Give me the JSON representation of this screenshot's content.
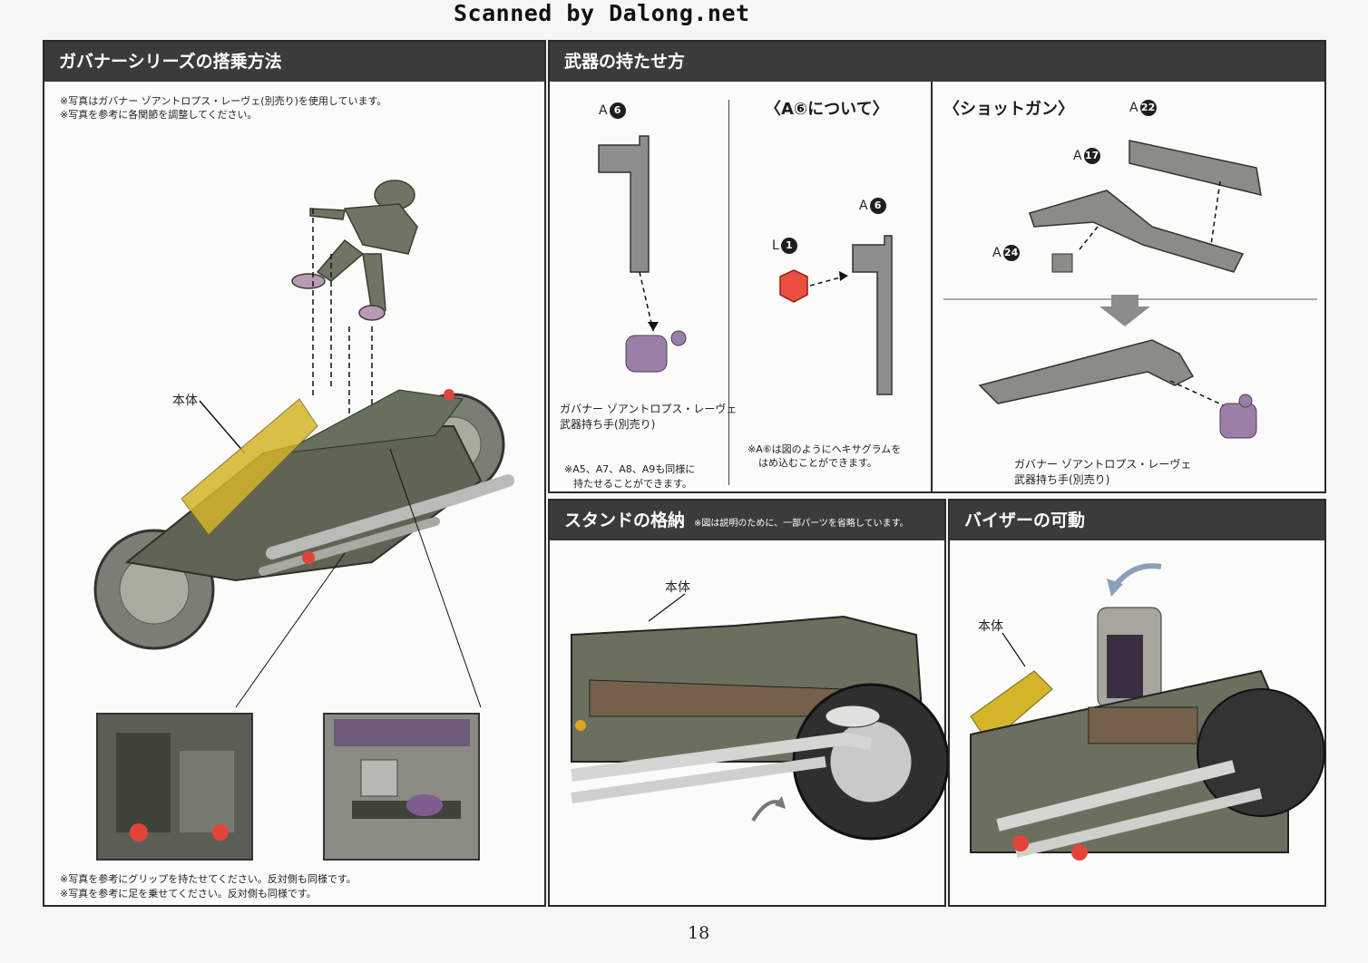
{
  "watermark": "Scanned by Dalong.net",
  "page_number": "18",
  "riding": {
    "header": "ガバナーシリーズの搭乗方法",
    "notes": [
      "※写真はガバナー ゾアントロプス・レーヴェ(別売り)を使用しています。",
      "※写真を参考に各関節を調整してください。"
    ],
    "body_label": "本体",
    "bottom_notes": [
      "※写真を参考にグリップを持たせてください。反対側も同様です。",
      "※写真を参考に足を乗せてください。反対側も同様です。"
    ]
  },
  "weapons": {
    "header": "武器の持たせ方",
    "a6_label": "A",
    "a6_num": "6",
    "hand_caption": [
      "ガバナー ゾアントロプス・レーヴェ",
      "武器持ち手(別売り)"
    ],
    "left_note": [
      "※A5、A7、A8、A9も同様に",
      "持たせることができます。"
    ],
    "about_title": "〈A⑥について〉",
    "l_label": "L",
    "l_num": "1",
    "about_note": [
      "※A⑥は図のようにヘキサグラムを",
      "はめ込むことができます。"
    ],
    "shotgun_title": "〈ショットガン〉",
    "a22_num": "22",
    "a17_num": "17",
    "a24_num": "24",
    "shotgun_caption": [
      "ガバナー ゾアントロプス・レーヴェ",
      "武器持ち手(別売り)"
    ]
  },
  "stand": {
    "header": "スタンドの格納",
    "sub": "※図は説明のために、一部パーツを省略しています。",
    "body_label": "本体"
  },
  "visor": {
    "header": "バイザーの可動",
    "body_label": "本体"
  },
  "colors": {
    "header_bg": "#3b3b3b",
    "frame": "#2a2a2a",
    "accent_red": "#e2443a",
    "visor_yellow": "#d4b52a"
  }
}
